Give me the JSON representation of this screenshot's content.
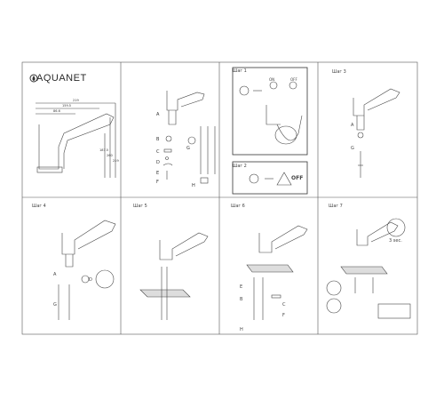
{
  "brand": {
    "name": "AQUANET"
  },
  "panels": [
    {
      "id": "overview",
      "dims": [
        "219",
        "159.5",
        "86.6",
        "187.5",
        "260",
        "219"
      ]
    },
    {
      "id": "parts",
      "labels": [
        "A",
        "B",
        "C",
        "D",
        "E",
        "F",
        "G",
        "H"
      ]
    },
    {
      "id": "step1",
      "title": "Шаг 1",
      "labels": [
        "ON",
        "OFF"
      ]
    },
    {
      "id": "step2",
      "title": "Шаг 2",
      "labels": [
        "OFF"
      ]
    },
    {
      "id": "step3",
      "title": "Шаг 3",
      "labels": [
        "A",
        "G"
      ]
    },
    {
      "id": "step4",
      "title": "Шаг 4",
      "labels": [
        "A",
        "G",
        "D"
      ]
    },
    {
      "id": "step5",
      "title": "Шаг 5"
    },
    {
      "id": "step6",
      "title": "Шаг 6",
      "labels": [
        "E",
        "B",
        "H",
        "C",
        "F"
      ]
    },
    {
      "id": "step7",
      "title": "Шаг 7",
      "labels": [
        "3 sec."
      ]
    }
  ]
}
